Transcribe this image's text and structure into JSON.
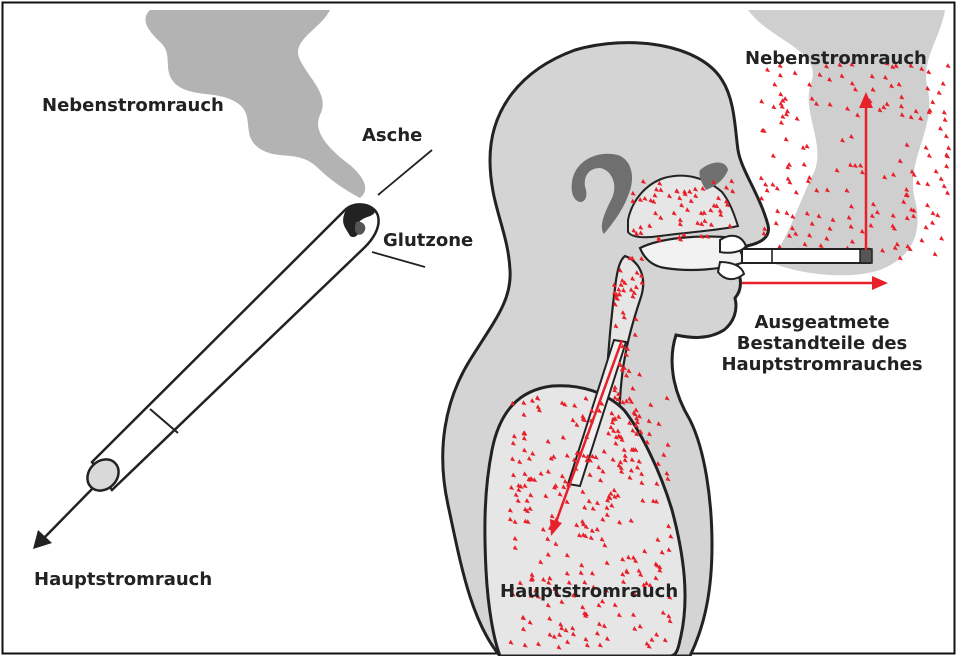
{
  "labels": {
    "sidestream_left": "Nebenstromrauch",
    "ash": "Asche",
    "burning_zone": "Glutzone",
    "mainstream_left": "Hauptstromrauch",
    "sidestream_right": "Nebenstromrauch",
    "exhaled_line1": "Ausgeatmete",
    "exhaled_line2": "Bestandteile des",
    "exhaled_line3": "Hauptstromrauches",
    "mainstream_lungs": "Hauptstromrauch"
  },
  "colors": {
    "smoke_gray": "#b3b3b3",
    "body_fill": "#d4d4d4",
    "outline": "#222222",
    "particle_red": "#e8202a",
    "arrow_red": "#e8202a"
  }
}
